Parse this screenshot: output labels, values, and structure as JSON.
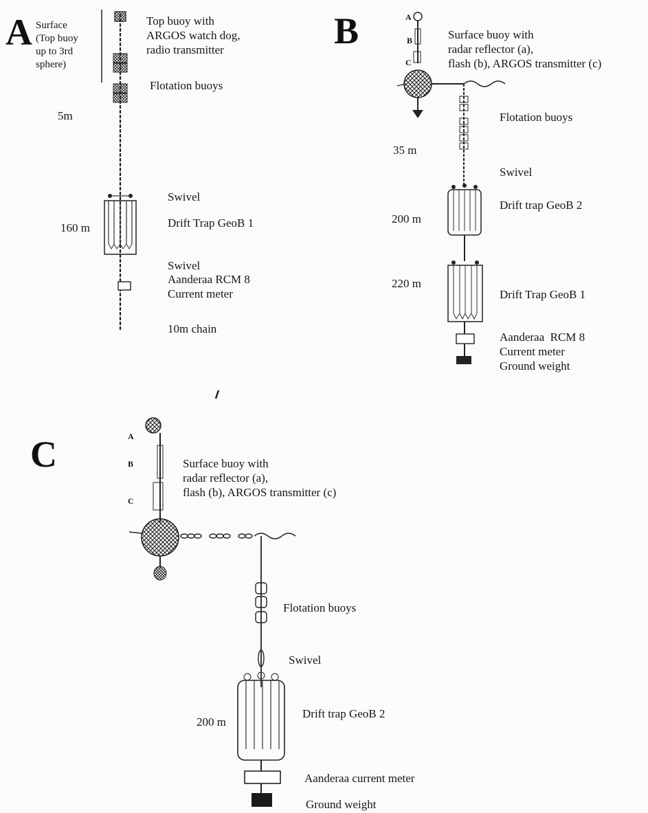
{
  "panels": {
    "A": {
      "letter": "A",
      "surface_note": "Surface\n(Top buoy\nup to 3rd\nsphere)",
      "top_buoy": "Top buoy with\nARGOS watch dog,\nradio transmitter",
      "flotation": "Flotation buoys",
      "depth_5": "5m",
      "swivel_1": "Swivel",
      "trap": "Drift Trap GeoB 1",
      "depth_trap": "160 m",
      "swivel_2": "Swivel",
      "meter": "Aanderaa RCM 8\nCurrent meter",
      "chain": "10m chain"
    },
    "B": {
      "letter": "B",
      "label_a": "A",
      "label_b": "B",
      "label_c": "C",
      "surface_buoy": "Surface buoy with\nradar reflector (a),\nflash (b), ARGOS transmitter (c)",
      "flotation": "Flotation buoys",
      "depth_35": "35 m",
      "swivel": "Swivel",
      "trap_2": "Drift trap GeoB 2",
      "depth_200": "200 m",
      "depth_220": "220 m",
      "trap_1": "Drift Trap GeoB 1",
      "meter": "Aanderaa  RCM 8\nCurrent meter\nGround weight"
    },
    "C": {
      "letter": "C",
      "label_a": "A",
      "label_b": "B",
      "label_c": "C",
      "surface_buoy": "Surface buoy with\nradar reflector (a),\nflash (b), ARGOS transmitter (c)",
      "flotation": "Flotation buoys",
      "swivel": "Swivel",
      "trap": "Drift trap GeoB 2",
      "depth_200": "200 m",
      "meter": "Aanderaa current meter",
      "weight": "Ground weight"
    }
  }
}
